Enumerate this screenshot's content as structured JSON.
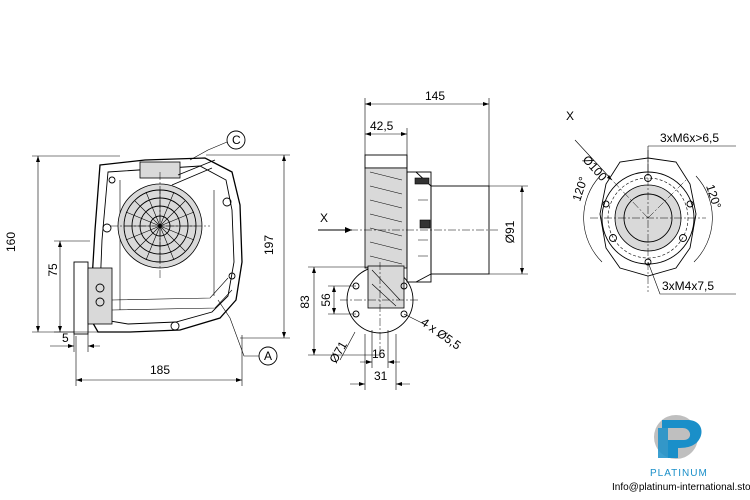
{
  "front_view": {
    "dim_width": "185",
    "dim_height_total": "160",
    "dim_height_mid": "75",
    "dim_right_height": "197",
    "dim_offset_left": "5",
    "callout_c": "C",
    "callout_a": "A"
  },
  "side_view": {
    "dim_length": "145",
    "dim_flange": "42,5",
    "dim_outlet_dia": "Ø91",
    "dim_83": "83",
    "dim_56": "56",
    "dim_inlet_dia": "Ø71",
    "dim_holes": "4 x Ø5,5",
    "dim_16": "16",
    "dim_31": "31",
    "view_marker": "X"
  },
  "detail_view": {
    "title": "X",
    "dim_bolt_circle": "Ø100",
    "thread_top": "3xM6x>6,5",
    "thread_bottom": "3xM4x7,5",
    "angle_left": "120°",
    "angle_right": "120°"
  },
  "brand": {
    "name": "PLATINUM",
    "email": "Info@platinum-international.store",
    "primary_color": "#1a8fc9",
    "secondary_color": "#bfbfbf"
  }
}
